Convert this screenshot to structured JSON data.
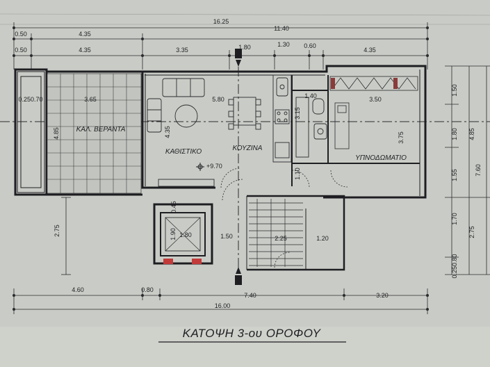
{
  "drawing": {
    "title": "ΚΑΤΟΨΗ 3-ου ΟΡΟΦΟΥ",
    "rooms": {
      "veranda": "ΚΑΛ. ΒΕΡΑΝΤΑ",
      "living": "ΚΑΘΙΣΤΙΚΟ",
      "kitchen": "ΚΟΥΖΙΝΑ",
      "bedroom": "ΥΠΝΟΔΩΜΑΤΙΟ"
    },
    "level_mark": "+9.70",
    "section_marker": "B",
    "top_dimensions": {
      "overall": "16.25",
      "row1": [
        "0.50",
        "4.35",
        "11.40"
      ],
      "row2": [
        "0.50",
        "4.35",
        "3.35",
        "1.80",
        "1.30",
        "0.60",
        "4.35"
      ]
    },
    "interior_dimensions": {
      "veranda_width": "3.65",
      "veranda_side": "0.250.70",
      "veranda_depth": "4.85",
      "living_depth": "4.35",
      "kitchen_width": "5.80",
      "bath_width": "1.40",
      "bath_depth": "3.15",
      "bedroom_width": "3.50",
      "bedroom_depth": "3.75",
      "door_a": "1.10",
      "stair_gap": "0.45",
      "lift_depth": "1.90",
      "lift_width": "1.80",
      "landing": "1.50",
      "stair_run": "2.25",
      "stair_side": "1.20"
    },
    "left_dimensions": [
      "2.75"
    ],
    "right_dimensions": {
      "inner": [
        "1.50",
        "1.80",
        "1.55",
        "1.70",
        "0.250.80"
      ],
      "middle": [
        "4.85",
        "2.75"
      ],
      "outer": [
        "7.60"
      ]
    },
    "bottom_dimensions": {
      "row1": [
        "4.60",
        "0.80",
        "7.40",
        "3.20"
      ],
      "overall": "16.00"
    }
  }
}
